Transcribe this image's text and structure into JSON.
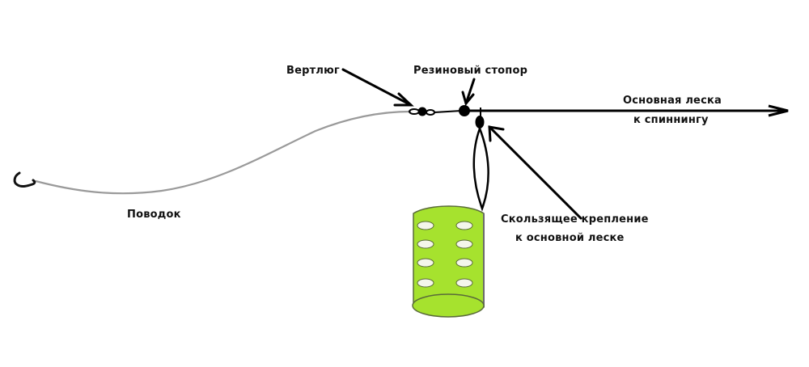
{
  "diagram": {
    "title": "Feeder rig with sliding attachment",
    "colors": {
      "line": "#000000",
      "leader": "#9a9a9a",
      "feeder_fill": "#a6e22e",
      "feeder_stroke": "#5a6b3a",
      "feeder_holes": "#f4f6ea",
      "background": "#ffffff"
    },
    "labels": {
      "swivel": "Вертлюг",
      "rubber_stopper": "Резиновый стопор",
      "main_line_1": "Основная леска",
      "main_line_2": "к спиннингу",
      "leader": "Поводок",
      "sliding_mount_1": "Скользящее крепление",
      "sliding_mount_2": "к основной леске"
    },
    "components": [
      {
        "id": "hook",
        "icon": "fishing-hook-icon"
      },
      {
        "id": "leader",
        "icon": "curved-line"
      },
      {
        "id": "swivel",
        "icon": "swivel-icon"
      },
      {
        "id": "rubber_stopper",
        "icon": "bead-icon"
      },
      {
        "id": "sliding_mount",
        "icon": "bead-icon"
      },
      {
        "id": "feeder",
        "icon": "feeder-cage-icon",
        "holes": 8
      },
      {
        "id": "main_line",
        "icon": "arrow-right-icon"
      }
    ]
  }
}
